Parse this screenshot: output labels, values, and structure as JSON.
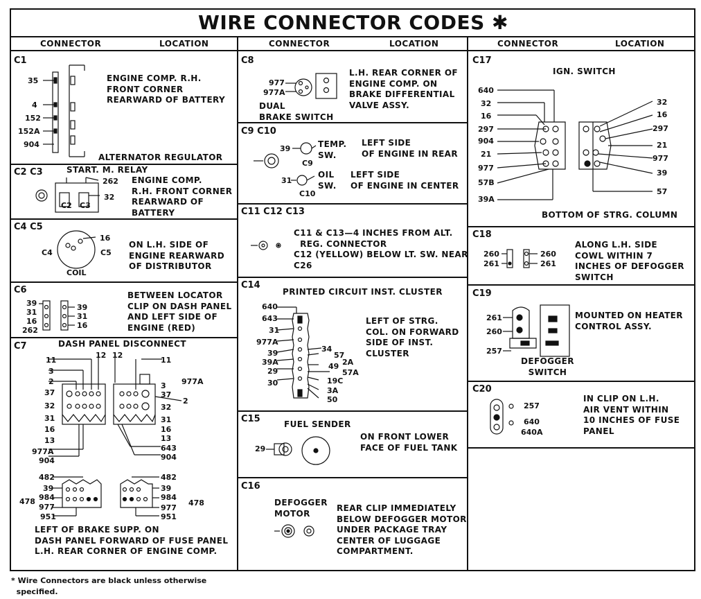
{
  "title": "WIRE CONNECTOR CODES ✱",
  "headers": {
    "connector": "CONNECTOR",
    "location": "LOCATION"
  },
  "c1": {
    "code": "C1",
    "location": "ENGINE COMP. R.H.\nFRONT CORNER\nREARWARD OF BATTERY",
    "caption": "ALTERNATOR REGULATOR",
    "wires": [
      "35",
      "4",
      "152",
      "152A",
      "904"
    ]
  },
  "c2c3": {
    "code": "C2 C3",
    "caption": "START. M. RELAY",
    "location": "ENGINE COMP.\nR.H. FRONT CORNER\nREARWARD OF\nBATTERY",
    "wires": [
      "262",
      "32"
    ],
    "labels": [
      "C2",
      "C3"
    ]
  },
  "c4c5": {
    "code": "C4 C5",
    "location": "ON L.H. SIDE OF\nENGINE REARWARD\nOF DISTRIBUTOR",
    "caption": "COIL",
    "wires": [
      "16"
    ],
    "labels": [
      "C4",
      "C5"
    ]
  },
  "c6": {
    "code": "C6",
    "location": "BETWEEN LOCATOR\nCLIP ON DASH PANEL\nAND LEFT SIDE OF\nENGINE (RED)",
    "wires_left": [
      "39",
      "31",
      "16",
      "262"
    ],
    "wires_right": [
      "39",
      "31",
      "16"
    ]
  },
  "c7": {
    "code": "C7",
    "caption": "DASH PANEL DISCONNECT",
    "left_wires": [
      "11",
      "3",
      "2",
      "37",
      "32",
      "31",
      "16",
      "13",
      "977A",
      "904"
    ],
    "top_wires": [
      "12",
      "12"
    ],
    "right_wires": [
      "11",
      "977A",
      "3",
      "37",
      "2",
      "32",
      "31",
      "16",
      "13",
      "643",
      "904"
    ],
    "lower_left": [
      "482",
      "39",
      "984",
      "478",
      "977",
      "951"
    ],
    "lower_right": [
      "482",
      "39",
      "984",
      "478",
      "977",
      "951"
    ],
    "location": "LEFT OF BRAKE SUPP. ON\nDASH PANEL FORWARD OF FUSE PANEL\nL.H. REAR CORNER OF ENGINE COMP."
  },
  "c8": {
    "code": "C8",
    "caption": "DUAL\nBRAKE SWITCH",
    "wires": [
      "977",
      "977A"
    ],
    "location": "L.H. REAR CORNER OF\nENGINE COMP. ON\nBRAKE DIFFERENTIAL\nVALVE ASSY."
  },
  "c9c10": {
    "code": "C9 C10",
    "temp": "TEMP.\nSW.",
    "oil": "OIL\nSW.",
    "wires": [
      "39",
      "31"
    ],
    "labels": [
      "C9",
      "C10"
    ],
    "location_c9": "LEFT SIDE\nOF ENGINE IN REAR",
    "location_c10": "LEFT SIDE\nOF ENGINE IN CENTER"
  },
  "c11": {
    "code": "C11 C12 C13",
    "location": "C11 & C13—4 INCHES FROM ALT.\n  REG. CONNECTOR\nC12 (YELLOW) BELOW LT. SW. NEAR\nC26"
  },
  "c14": {
    "code": "C14",
    "caption": "PRINTED CIRCUIT INST. CLUSTER",
    "left_wires": [
      "640",
      "643",
      "31",
      "977A",
      "39",
      "39A",
      "29",
      "30"
    ],
    "right_wires": [
      "34",
      "57",
      "49",
      "2A",
      "57A",
      "19C",
      "3A",
      "50"
    ],
    "location": "LEFT OF STRG.\nCOL. ON FORWARD\nSIDE OF INST.\nCLUSTER"
  },
  "c15": {
    "code": "C15",
    "caption": "FUEL SENDER",
    "wires": [
      "29"
    ],
    "location": "ON FRONT LOWER\nFACE OF FUEL TANK"
  },
  "c16": {
    "code": "C16",
    "caption": "DEFOGGER\nMOTOR",
    "location": "REAR CLIP IMMEDIATELY\nBELOW DEFOGGER MOTOR\nUNDER PACKAGE TRAY\nCENTER OF LUGGAGE\nCOMPARTMENT."
  },
  "c17": {
    "code": "C17",
    "caption": "IGN. SWITCH",
    "left_wires": [
      "640",
      "32",
      "16",
      "297",
      "904",
      "21",
      "977",
      "57B",
      "39A"
    ],
    "right_wires": [
      "32",
      "16",
      "297",
      "21",
      "977",
      "39",
      "57"
    ],
    "location": "BOTTOM OF STRG. COLUMN"
  },
  "c18": {
    "code": "C18",
    "wires_left": [
      "260",
      "261"
    ],
    "wires_right": [
      "260",
      "261"
    ],
    "location": "ALONG L.H. SIDE\nCOWL WITHIN 7\nINCHES OF DEFOGGER\nSWITCH"
  },
  "c19": {
    "code": "C19",
    "wires": [
      "261",
      "260",
      "257"
    ],
    "caption": "DEFOGGER\nSWITCH",
    "location": "MOUNTED ON HEATER\nCONTROL ASSY."
  },
  "c20": {
    "code": "C20",
    "wires": [
      "257",
      "640",
      "640A"
    ],
    "location": "IN CLIP ON L.H.\nAIR VENT WITHIN\n10 INCHES OF FUSE\nPANEL"
  },
  "footnote": "* Wire Connectors are black unless otherwise\n  specified."
}
